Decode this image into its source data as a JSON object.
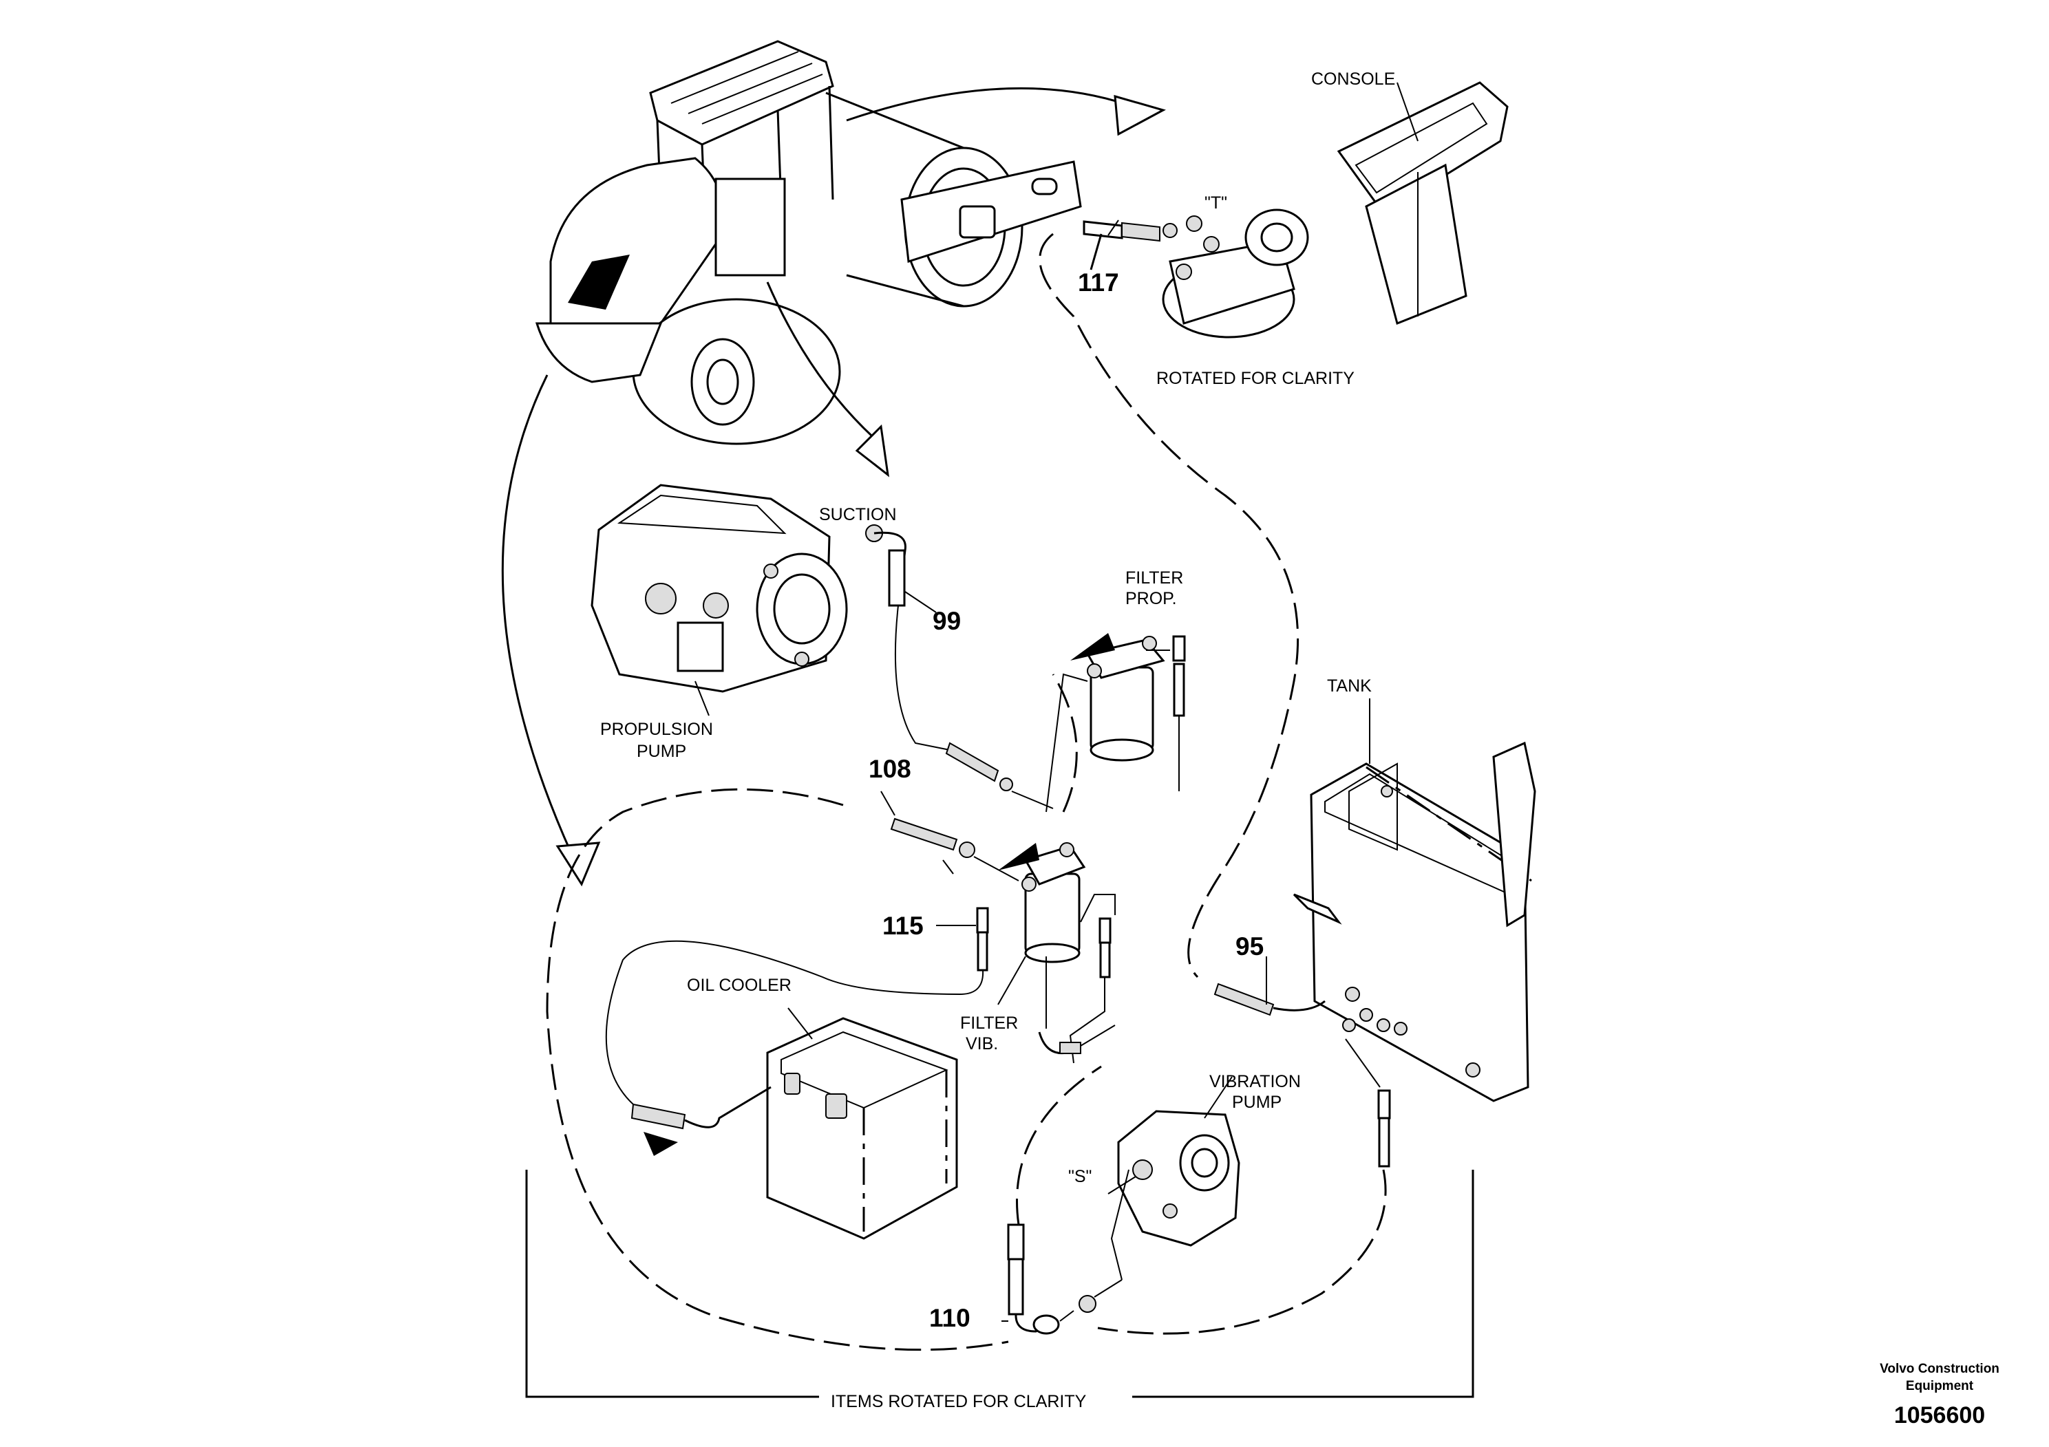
{
  "labels": {
    "console": "CONSOLE",
    "t_port": "\"T\"",
    "rotated_for_clarity": "ROTATED FOR CLARITY",
    "suction": "SUCTION",
    "propulsion_pump": "PROPULSION",
    "propulsion_pump_2": "PUMP",
    "filter_prop": "FILTER",
    "filter_prop_2": "PROP.",
    "tank": "TANK",
    "oil_cooler": "OIL COOLER",
    "filter_vib": "FILTER",
    "filter_vib_2": "VIB.",
    "vibration_pump": "VIBRATION",
    "vibration_pump_2": "PUMP",
    "s_port": "\"S\"",
    "items_rotated": "ITEMS ROTATED FOR CLARITY"
  },
  "callouts": {
    "c117": "117",
    "c99": "99",
    "c108": "108",
    "c115": "115",
    "c95": "95",
    "c110": "110"
  },
  "footer": {
    "company_line1": "Volvo Construction",
    "company_line2": "Equipment",
    "drawing_number": "1056600"
  }
}
